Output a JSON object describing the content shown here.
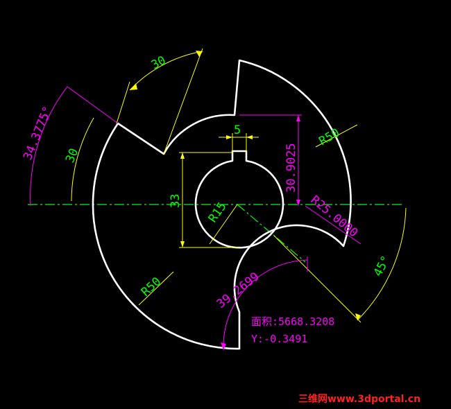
{
  "colors": {
    "background": "#000000",
    "outline": "#ffffff",
    "dimension_yellow": "#ffff00",
    "dimension_magenta": "#ff00ff",
    "text_green": "#00ff00",
    "text_magenta": "#ff00ff",
    "watermark_red": "#ff2020"
  },
  "dimensions": {
    "angle_30_top": "30",
    "width_5": "5",
    "angle_left": "34.3775°",
    "angle_30_left": "30",
    "height_309025": "30.9025",
    "radius_50_top": "R50",
    "height_33": "33",
    "radius_15": "R15",
    "radius_25": "R25.0000",
    "angle_45": "45°",
    "radius_50_bottom": "R50",
    "radius_392699": "39.2699"
  },
  "info": {
    "area": "面积:5668.3208",
    "y": "Y:-0.3491"
  },
  "watermark": "三维网www.3dportal.cn"
}
